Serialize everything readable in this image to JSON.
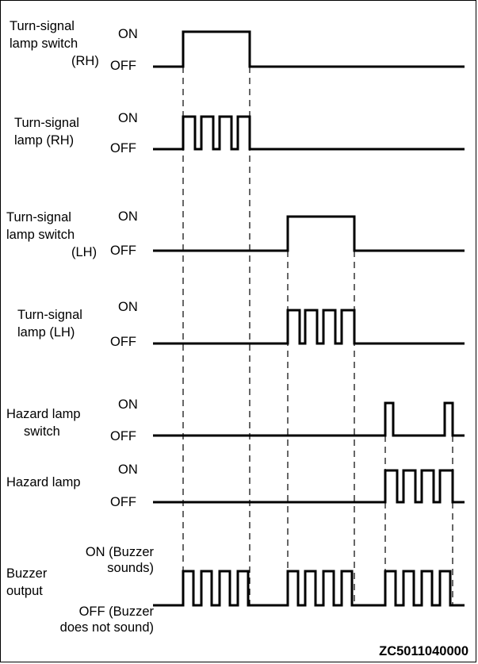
{
  "diagram": {
    "code": "ZC5011040000",
    "on_label": "ON",
    "off_label": "OFF",
    "signals": [
      {
        "name_lines": [
          "Turn-signal",
          "lamp switch",
          "(RH)"
        ]
      },
      {
        "name_lines": [
          "Turn-signal",
          "lamp (RH)"
        ]
      },
      {
        "name_lines": [
          "Turn-signal",
          "lamp switch",
          "(LH)"
        ]
      },
      {
        "name_lines": [
          "Turn-signal",
          "lamp (LH)"
        ]
      },
      {
        "name_lines": [
          "Hazard lamp",
          "switch"
        ]
      },
      {
        "name_lines": [
          "Hazard lamp"
        ]
      },
      {
        "name_lines": [
          "Buzzer",
          "output"
        ]
      }
    ],
    "buzzer": {
      "on_text_1": "ON (Buzzer",
      "on_text_2": "sounds)",
      "off_text_1": "OFF (Buzzer",
      "off_text_2": "does not sound)"
    }
  }
}
